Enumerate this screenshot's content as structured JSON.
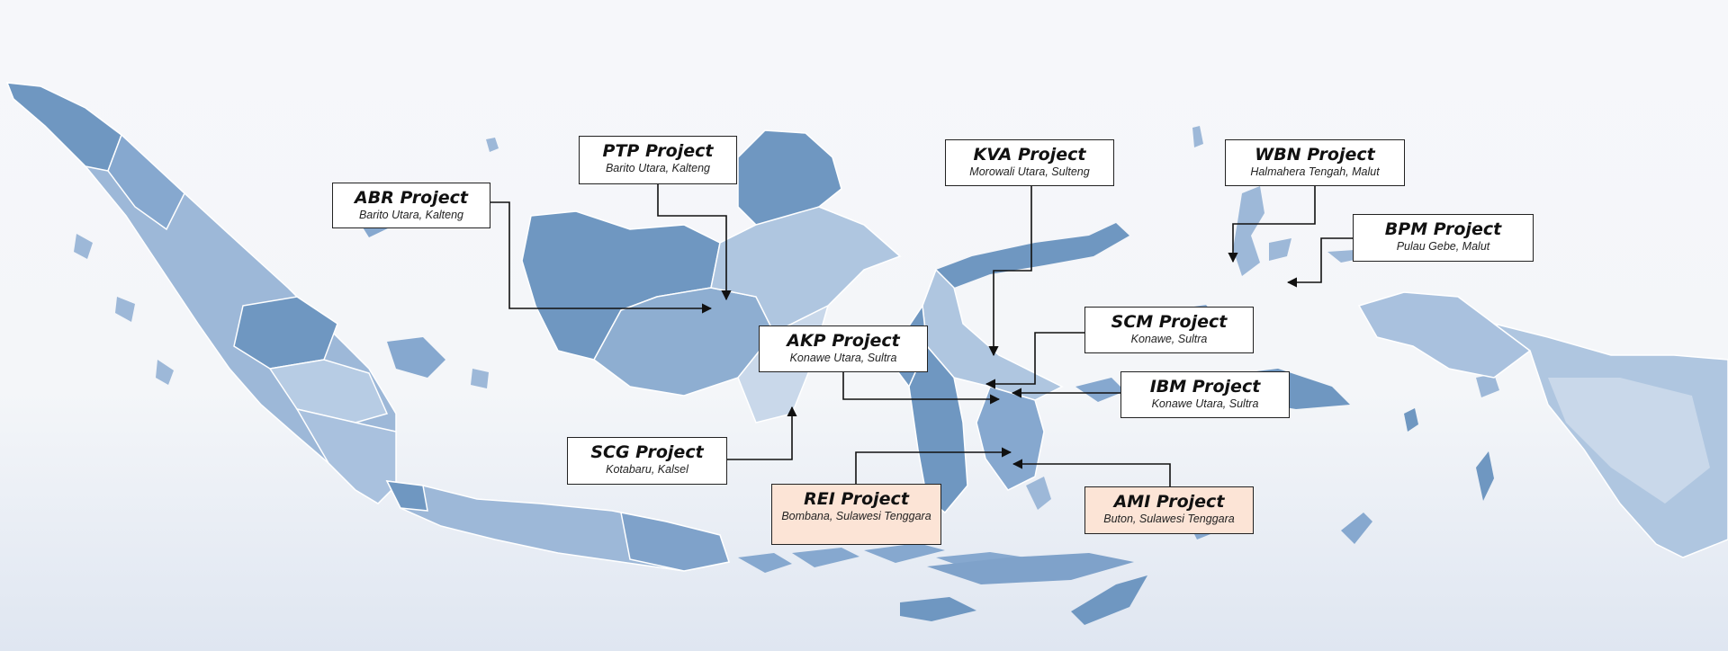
{
  "map": {
    "land_colors": {
      "dark": "#6f97c1",
      "mid": "#8eaed1",
      "light": "#afc6e0",
      "pale": "#c9d8ea"
    },
    "arrow_color": "#111111",
    "highlight_color": "#fce4d6"
  },
  "projects": [
    {
      "id": "abr",
      "name": "ABR Project",
      "location": "Barito Utara, Kalteng"
    },
    {
      "id": "ptp",
      "name": "PTP Project",
      "location": "Barito Utara, Kalteng"
    },
    {
      "id": "kva",
      "name": "KVA Project",
      "location": "Morowali Utara, Sulteng"
    },
    {
      "id": "wbn",
      "name": "WBN Project",
      "location": "Halmahera Tengah, Malut"
    },
    {
      "id": "bpm",
      "name": "BPM Project",
      "location": "Pulau Gebe, Malut"
    },
    {
      "id": "scm",
      "name": "SCM Project",
      "location": "Konawe, Sultra"
    },
    {
      "id": "akp",
      "name": "AKP Project",
      "location": "Konawe Utara, Sultra"
    },
    {
      "id": "ibm",
      "name": "IBM Project",
      "location": "Konawe Utara, Sultra"
    },
    {
      "id": "scg",
      "name": "SCG Project",
      "location": "Kotabaru, Kalsel"
    },
    {
      "id": "rei",
      "name": "REI Project",
      "location": "Bombana, Sulawesi Tenggara"
    },
    {
      "id": "ami",
      "name": "AMI Project",
      "location": "Buton, Sulawesi Tenggara"
    }
  ]
}
